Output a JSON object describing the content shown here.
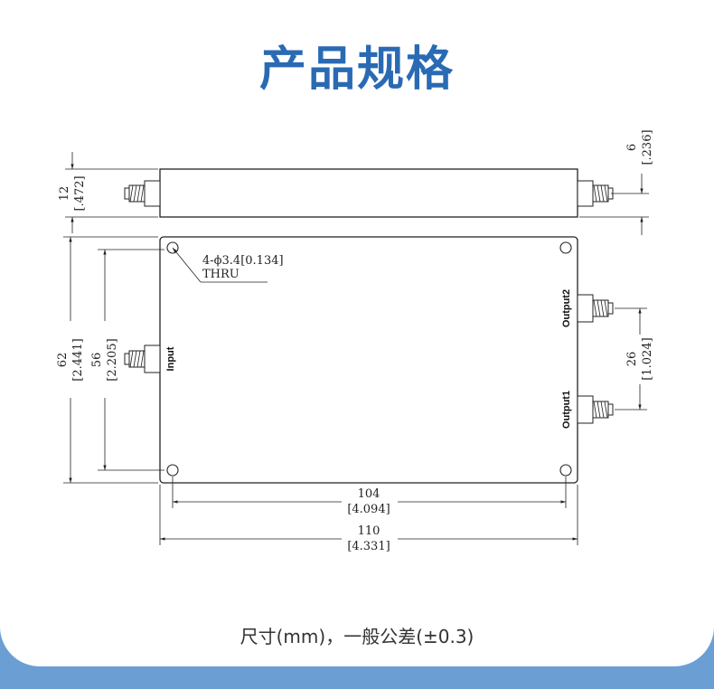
{
  "page": {
    "title": "产品规格",
    "caption": "尺寸(mm)，一般公差(±0.3)",
    "accent_color": "#2a6ab4",
    "background_color": "#6b9fd4"
  },
  "drawing": {
    "hole_note_line1": "4-ϕ3.4[0.134]",
    "hole_note_line2": "THRU",
    "ports": {
      "input": "Input",
      "output1": "Output1",
      "output2": "Output2"
    },
    "dimensions": {
      "side_height_mm": "12",
      "side_height_in": "[.472]",
      "connector_offset_mm": "6",
      "connector_offset_in": "[.236]",
      "body_height_mm": "62",
      "body_height_in": "[2.441]",
      "hole_pitch_v_mm": "56",
      "hole_pitch_v_in": "[2.205]",
      "output_pitch_mm": "26",
      "output_pitch_in": "[1.024]",
      "hole_pitch_h_mm": "104",
      "hole_pitch_h_in": "[4.094]",
      "body_width_mm": "110",
      "body_width_in": "[4.331]"
    }
  }
}
